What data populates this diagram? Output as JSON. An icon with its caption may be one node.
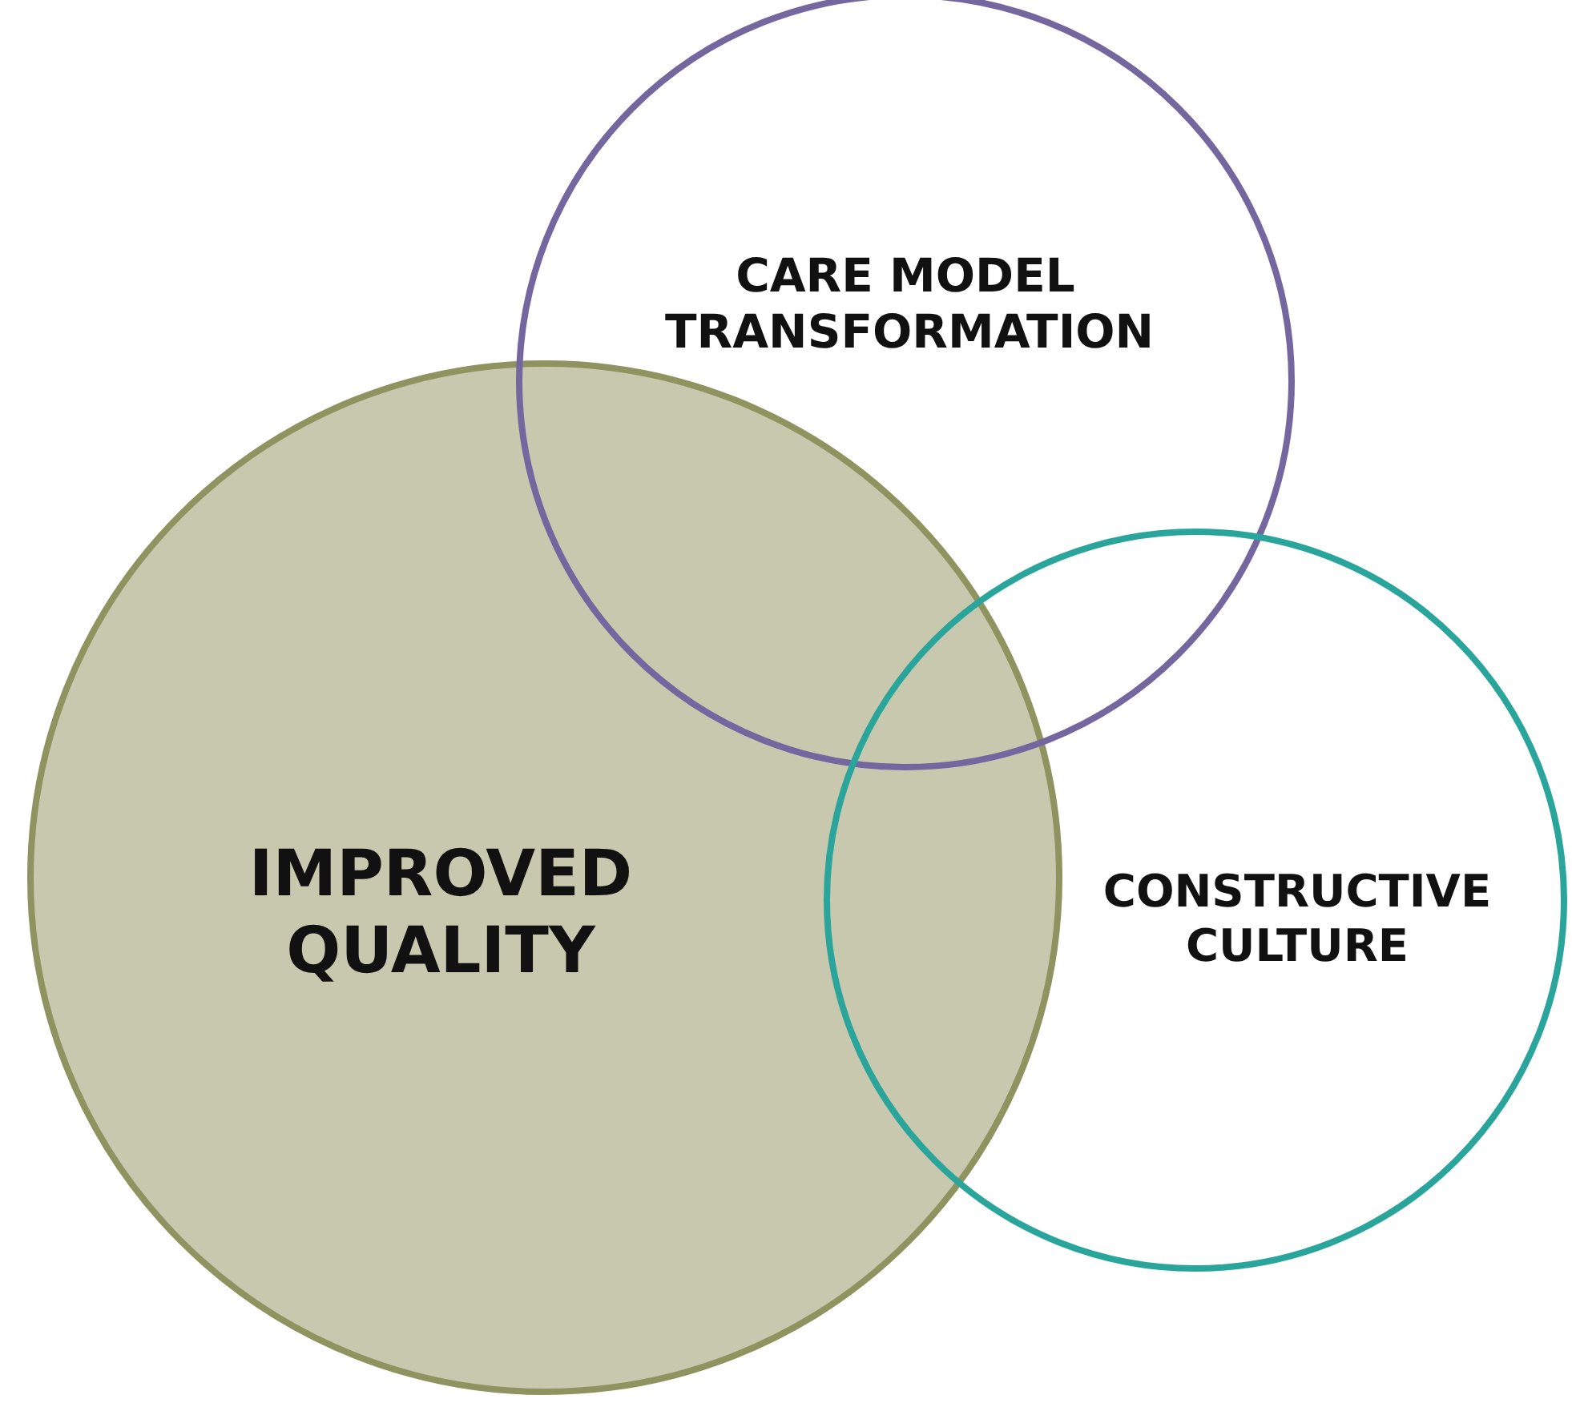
{
  "diagram": {
    "nodes": [
      {
        "text": [
          "IMPROVED QUALITY"
        ]
      },
      {
        "text": [
          "CARE MODEL TRANSFORMATION"
        ]
      },
      {
        "text": [
          "CONSTRUCTIVE CULTURE"
        ]
      }
    ],
    "edges": []
  }
}
